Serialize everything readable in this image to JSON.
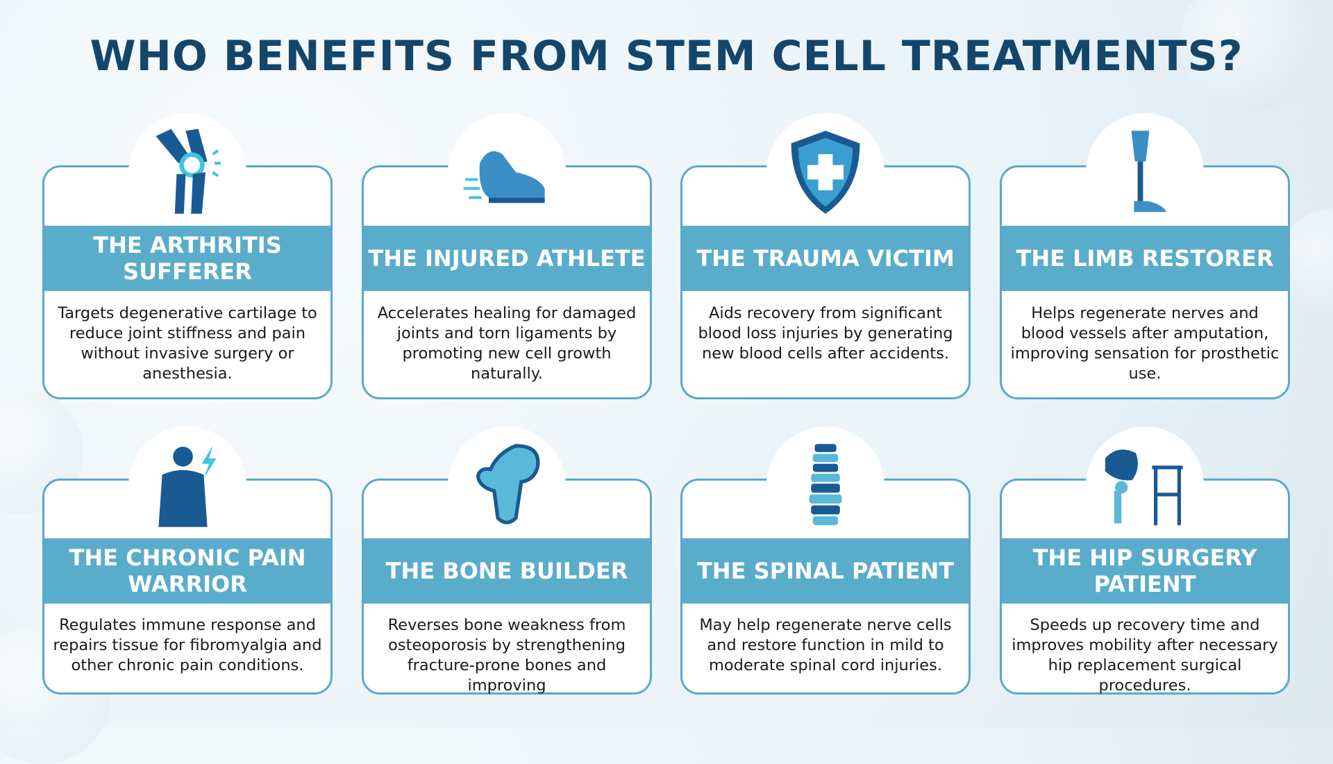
{
  "title": "WHO BENEFITS FROM STEM CELL TREATMENTS?",
  "colors": {
    "title": "#14466b",
    "band": "#5aaccb",
    "border": "#5aa9c8",
    "icon_dark": "#1a5a93",
    "icon_light": "#3fc4e0"
  },
  "cards": [
    {
      "icon": "knee-joint-icon",
      "title": "THE ARTHRITIS SUFFERER",
      "description": "Targets degenerative cartilage to reduce joint stiffness and pain without invasive surgery or anesthesia."
    },
    {
      "icon": "running-shoe-icon",
      "title": "THE INJURED ATHLETE",
      "description": "Accelerates healing for damaged joints and torn ligaments by promoting new cell growth naturally."
    },
    {
      "icon": "medical-shield-icon",
      "title": "THE TRAUMA VICTIM",
      "description": "Aids recovery from significant blood loss injuries by generating new blood cells after accidents."
    },
    {
      "icon": "prosthetic-leg-icon",
      "title": "THE LIMB RESTORER",
      "description": "Helps regenerate nerves and blood vessels after amputation, improving sensation for prosthetic use."
    },
    {
      "icon": "body-pain-icon",
      "title": "THE CHRONIC PAIN WARRIOR",
      "description": "Regulates immune response and repairs tissue for fibromyalgia and other chronic pain conditions."
    },
    {
      "icon": "bone-icon",
      "title": "THE BONE BUILDER",
      "description": "Reverses bone weakness from osteoporosis by strengthening fracture-prone bones and improving"
    },
    {
      "icon": "spine-icon",
      "title": "THE SPINAL PATIENT",
      "description": "May help regenerate nerve cells and restore function in mild to moderate spinal cord injuries."
    },
    {
      "icon": "hip-walker-icon",
      "title": "THE HIP SURGERY PATIENT",
      "description": "Speeds up recovery time and improves mobility after necessary hip replacement surgical procedures."
    }
  ]
}
